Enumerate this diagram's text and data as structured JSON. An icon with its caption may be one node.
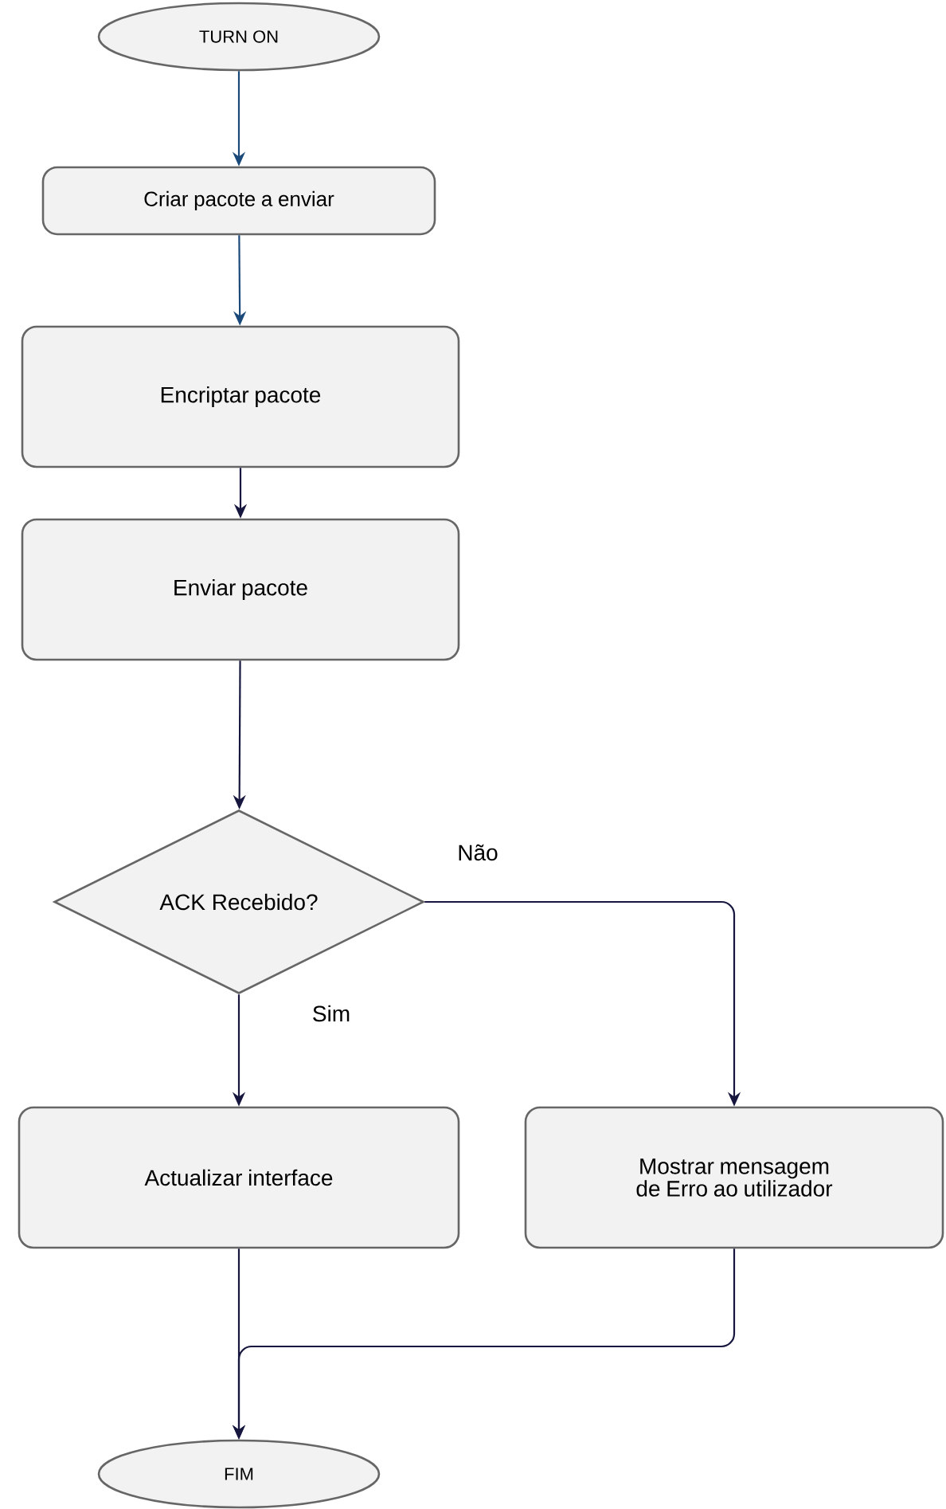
{
  "diagram": {
    "nodes": [
      {
        "text": [
          "TURN ON"
        ]
      },
      {
        "text": [
          "Criar pacote a enviar"
        ]
      },
      {
        "text": [
          "Encriptar pacote"
        ]
      },
      {
        "text": [
          "Enviar pacote"
        ]
      },
      {
        "text": [
          "ACK Recebido?"
        ]
      },
      {
        "text": [
          "Actualizar interface"
        ]
      },
      {
        "text": [
          "Mostrar mensagem de Erro ao utilizador"
        ]
      },
      {
        "text": [
          "FIM"
        ]
      }
    ],
    "edges": [
      {
        "from": 0,
        "to": 1,
        "arrow": "to",
        "color": "#1b4a7a"
      },
      {
        "from": 1,
        "to": 2,
        "arrow": "to",
        "color": "#1b4a7a"
      },
      {
        "from": 2,
        "to": 3,
        "arrow": "to"
      },
      {
        "from": 3,
        "to": 4,
        "arrow": "to"
      },
      {
        "from": 4,
        "to": 5,
        "arrow": "to",
        "label": "Sim"
      },
      {
        "from": 4,
        "to": 6,
        "arrow": "to",
        "label": "Não"
      },
      {
        "from": 5,
        "to": 7,
        "arrow": "to"
      },
      {
        "from": 6,
        "to": 7,
        "arrow": "to"
      }
    ]
  }
}
